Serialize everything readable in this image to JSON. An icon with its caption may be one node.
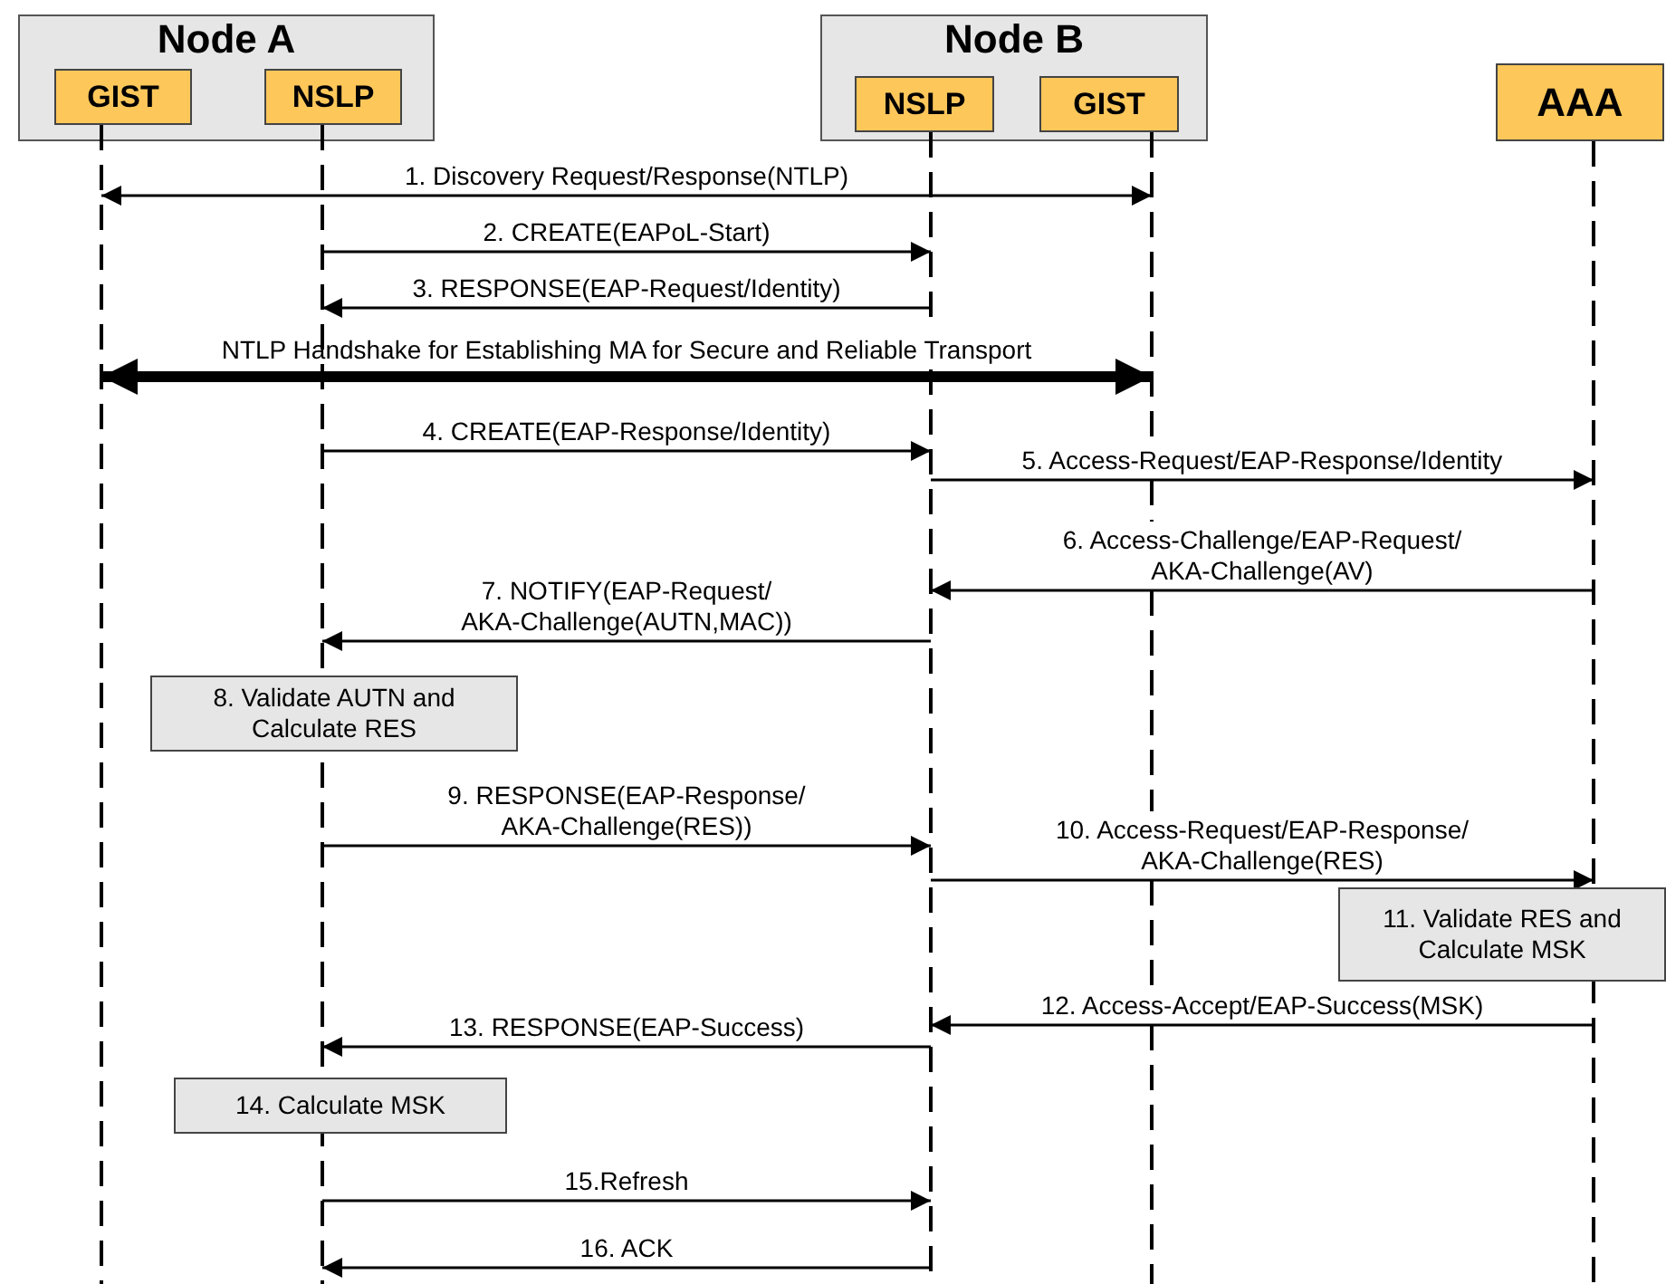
{
  "diagram": {
    "nodes": [
      {
        "text": [
          "Node A"
        ]
      },
      {
        "text": [
          "GIST"
        ],
        "in": 0
      },
      {
        "text": [
          "NSLP"
        ],
        "in": 0
      },
      {
        "text": [
          "Node B"
        ]
      },
      {
        "text": [
          "NSLP"
        ],
        "in": 3
      },
      {
        "text": [
          "GIST"
        ],
        "in": 3
      },
      {
        "text": [
          "AAA"
        ]
      },
      {
        "text": [
          "8. Validate AUTN and Calculate RES"
        ]
      },
      {
        "text": [
          "11. Validate RES and Calculate MSK"
        ]
      },
      {
        "text": [
          "14. Calculate MSK"
        ]
      },
      {
        "text": [],
        "shape": "line"
      },
      {
        "text": [],
        "shape": "line"
      },
      {
        "text": [],
        "shape": "line"
      },
      {
        "text": [],
        "shape": "line"
      },
      {
        "text": [],
        "shape": "line"
      }
    ],
    "edges": [
      {
        "from": 10,
        "to": 13,
        "arrow": "both",
        "label": "1. Discovery Request/Response(NTLP)"
      },
      {
        "from": 11,
        "to": 12,
        "arrow": "to",
        "label": "2. CREATE(EAPoL-Start)"
      },
      {
        "from": 12,
        "to": 11,
        "arrow": "to",
        "label": "3. RESPONSE(EAP-Request/Identity)"
      },
      {
        "from": 10,
        "to": 13,
        "arrow": "both",
        "style": "thick",
        "label": "NTLP Handshake for Establishing MA for Secure and Reliable Transport"
      },
      {
        "from": 11,
        "to": 12,
        "arrow": "to",
        "label": "4. CREATE(EAP-Response/Identity)"
      },
      {
        "from": 12,
        "to": 14,
        "arrow": "to",
        "label": "5. Access-Request/EAP-Response/Identity"
      },
      {
        "from": 14,
        "to": 12,
        "arrow": "to",
        "label": "6. Access-Challenge/EAP-Request/ AKA-Challenge(AV)"
      },
      {
        "from": 12,
        "to": 11,
        "arrow": "to",
        "label": "7. NOTIFY(EAP-Request/ AKA-Challenge(AUTN,MAC))"
      },
      {
        "from": 11,
        "to": 12,
        "arrow": "to",
        "label": "9. RESPONSE(EAP-Response/ AKA-Challenge(RES))"
      },
      {
        "from": 12,
        "to": 14,
        "arrow": "to",
        "label": "10. Access-Request/EAP-Response/ AKA-Challenge(RES)"
      },
      {
        "from": 14,
        "to": 12,
        "arrow": "to",
        "label": "12. Access-Accept/EAP-Success(MSK)"
      },
      {
        "from": 12,
        "to": 11,
        "arrow": "to",
        "label": "13. RESPONSE(EAP-Success)"
      },
      {
        "from": 11,
        "to": 12,
        "arrow": "to",
        "label": "15.Refresh"
      },
      {
        "from": 12,
        "to": 11,
        "arrow": "to",
        "label": "16. ACK"
      }
    ]
  }
}
